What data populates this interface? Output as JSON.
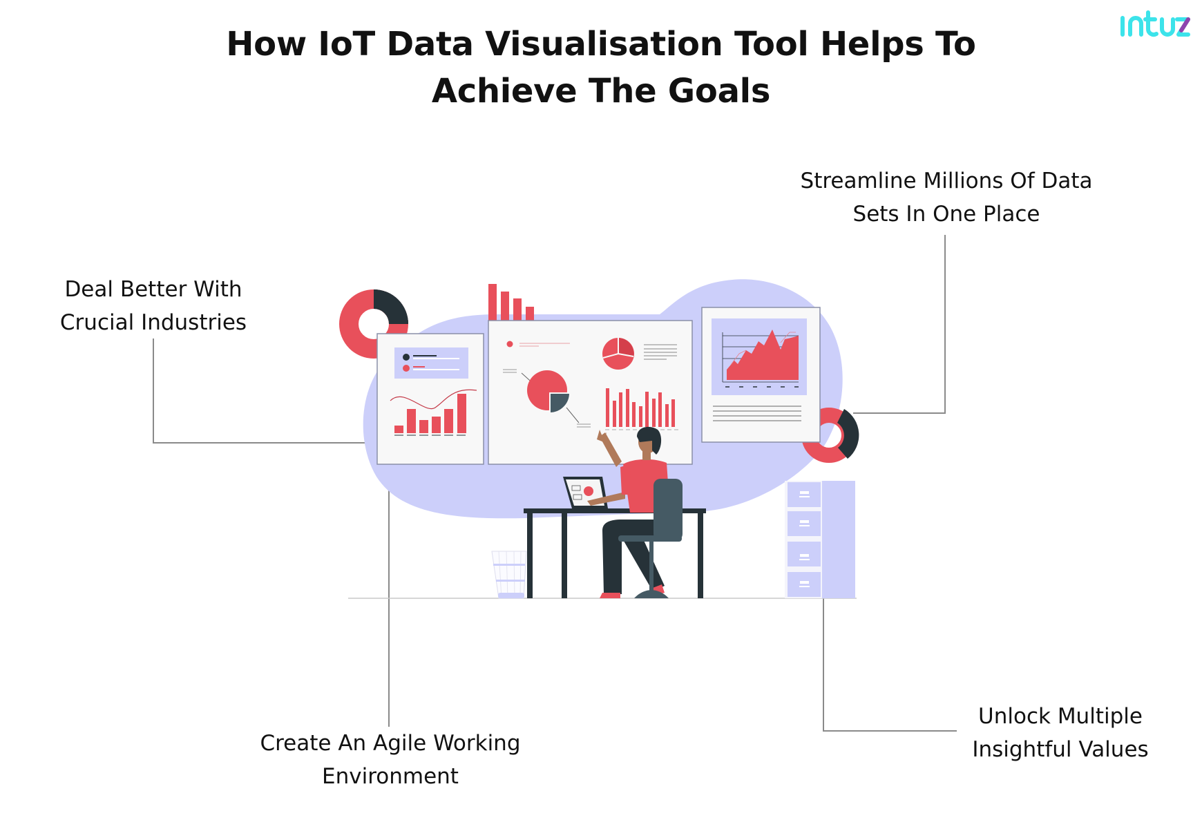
{
  "header": {
    "title_line1": "How IoT Data Visualisation Tool Helps To",
    "title_line2": "Achieve The Goals"
  },
  "logo": {
    "text": "intuz",
    "primary_color": "#3ce3ea",
    "accent_color": "#8e44ad"
  },
  "goals": [
    {
      "id": "deal",
      "line1": "Deal Better With",
      "line2": "Crucial Industries",
      "position": "top-left"
    },
    {
      "id": "streamline",
      "line1": "Streamline Millions Of Data",
      "line2": "Sets In One Place",
      "position": "top-right"
    },
    {
      "id": "create",
      "line1": "Create An Agile Working",
      "line2": "Environment",
      "position": "bottom-left"
    },
    {
      "id": "unlock",
      "line1": "Unlock Multiple",
      "line2": "Insightful Values",
      "position": "bottom-right"
    }
  ],
  "illustration": {
    "description": "Person at desk with laptop pointing at dashboard panels with charts",
    "colors": {
      "blob": "#cccffa",
      "accent_red": "#e8505b",
      "dark": "#263238",
      "chair": "#455a64",
      "skin": "#b07a5a",
      "panel_bg": "#f8f8f8",
      "panel_border": "#8a8fa8",
      "connector": "#8a8a8a"
    }
  }
}
